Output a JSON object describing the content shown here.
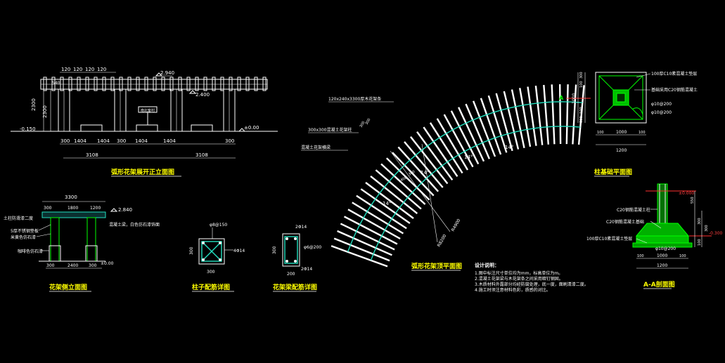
{
  "titles": {
    "front": "弧形花架展开正立面图",
    "side": "花架侧立面图",
    "column": "柱子配筋详图",
    "beam": "花架梁配筋详图",
    "plan": "弧形花架顶平面图",
    "footing": "柱基础平面图",
    "section": "A-A剖面图"
  },
  "front_elevation": {
    "top_dims": [
      "120",
      "120",
      "120",
      "120"
    ],
    "level_top": "2.940",
    "level_mid": "2.400",
    "level_left": "-0.150",
    "level_right": "±0.00",
    "dim_v1": "2300",
    "dim_v2": "2300",
    "dim_small": "540",
    "sign": "南北客村",
    "bottom_dims": [
      "300",
      "1404",
      "1404",
      "300",
      "1404",
      "1404",
      "300"
    ],
    "total_dims": [
      "3108",
      "3108"
    ]
  },
  "side_elevation": {
    "width": "3300",
    "dims_top": [
      "300",
      "1800",
      "1200"
    ],
    "level": "2.840",
    "notes": [
      "5厚不锈钢垫板",
      "米黄色仿石漆",
      "咖啡色仿石漆",
      "土柱防滑漆二度",
      "混凝土梁，白色仿石漆饰面"
    ],
    "dims_bottom": [
      "300",
      "2400",
      "300"
    ],
    "level_bottom": "±0.00"
  },
  "column_detail": {
    "stirrup": "φ8@150",
    "bars": "4Φ14",
    "dim_h": "300",
    "dim_v": "300"
  },
  "beam_detail": {
    "top_bars": "2Φ14",
    "stirrup": "φ6@200",
    "bottom_bars": "2Φ14",
    "dim_v": "300",
    "dim_h": "200"
  },
  "plan": {
    "label_1": "120x240x3300厚木花架条",
    "label_2": "300x300混凝土花架柱",
    "label_3": "混凝土花架横梁",
    "angles": [
      "14°",
      "14°",
      "14°",
      "14°"
    ],
    "radius_1": "R4900",
    "radius_2": "R8200",
    "dims": [
      "300",
      "1408",
      "300",
      "300"
    ]
  },
  "footing_plan": {
    "notes": [
      "100厚C10素混凝土垫层",
      "基础采用C20钢筋混凝土",
      "φ10@200",
      "φ10@200"
    ],
    "section_mark": "A",
    "dims_left": [
      "300",
      "100",
      "1000",
      "100",
      "300"
    ],
    "dims_bottom": [
      "100",
      "1000",
      "100"
    ],
    "total": "1200"
  },
  "section_aa": {
    "level_top": "±0.000",
    "level_right": "-0.300",
    "notes": [
      "C20钢筋混凝土柱",
      "C20钢筋混凝土基础",
      "100厚C10素混凝土垫层"
    ],
    "bars": "φ10@200",
    "dims_right": [
      "550",
      "300",
      "300",
      "100"
    ],
    "dims_bottom": [
      "100",
      "1000",
      "100"
    ],
    "total": "1200"
  },
  "design_notes": {
    "heading": "设计说明：",
    "lines": [
      "1.图中标注尺寸单位均为mm，标高单位为m。",
      "2.混凝土花架梁与木花架条之间采用暗钉钢固。",
      "3.木质材料外露部分均经防腐处理，底一度，面刷清漆二度。",
      "4.施工时须注意材料色彩，质感的对比。"
    ]
  }
}
